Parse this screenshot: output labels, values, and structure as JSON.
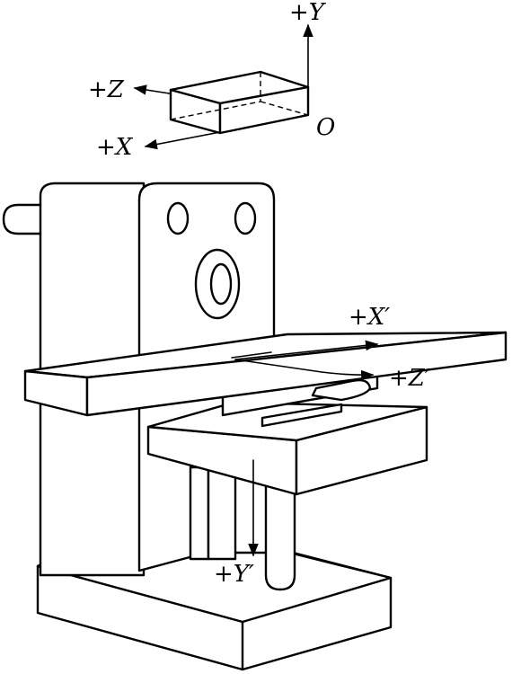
{
  "labels": {
    "plus_y": "+Y",
    "plus_z": "+Z",
    "plus_x": "+X",
    "origin": "O",
    "plus_x_prime": "+X′",
    "plus_z_prime": "+Z′",
    "plus_y_prime": "+Y′"
  }
}
